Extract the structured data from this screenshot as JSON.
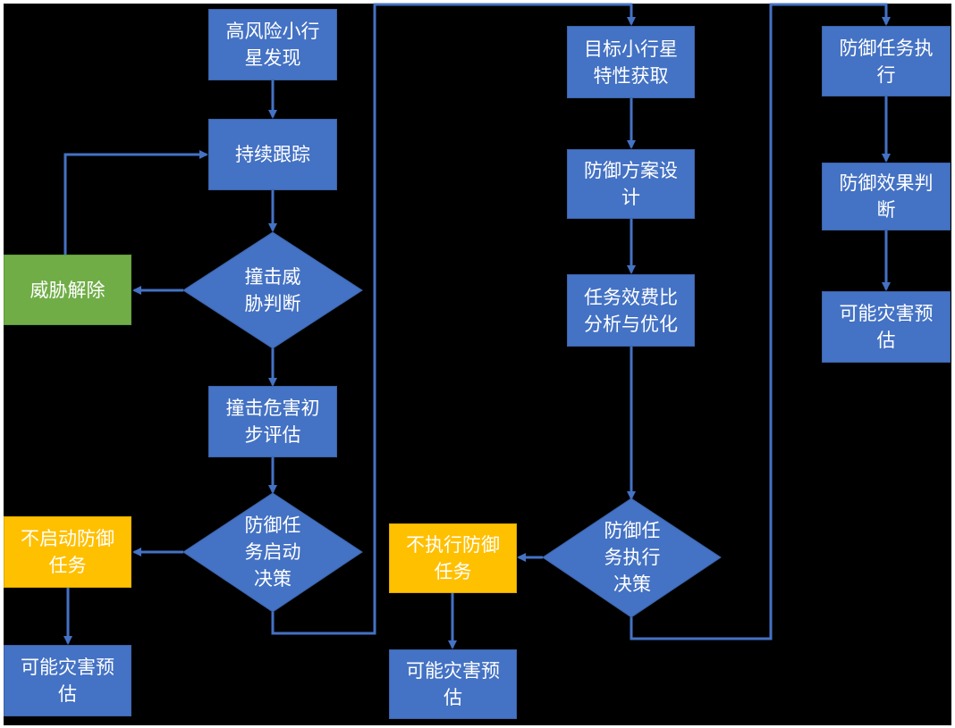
{
  "colors": {
    "background": "#000000",
    "process_blue": "#4472c4",
    "safe_green": "#70ad47",
    "skip_orange": "#ffc000",
    "connector": "#4472c4"
  },
  "nodes": {
    "high_risk_discovery": "高风险小行\n星发现",
    "continuous_tracking": "持续跟踪",
    "threat_cleared": "威胁解除",
    "impact_threat_judgment": "撞击威\n胁判断",
    "impact_hazard_assessment": "撞击危害初\n步评估",
    "defense_start_decision": "防御任\n务启动\n决策",
    "no_start_defense": "不启动防御\n任务",
    "disaster_estimate_left": "可能灾害预\n估",
    "target_characteristics": "目标小行星\n特性获取",
    "defense_plan_design": "防御方案设\n计",
    "cost_benefit_analysis": "任务效费比\n分析与优化",
    "defense_exec_decision": "防御任\n务执行\n决策",
    "no_exec_defense": "不执行防御\n任务",
    "disaster_estimate_middle": "可能灾害预\n估",
    "defense_execution": "防御任务执\n行",
    "defense_effect_judgment": "防御效果判\n断",
    "disaster_estimate_right": "可能灾害预\n估"
  }
}
